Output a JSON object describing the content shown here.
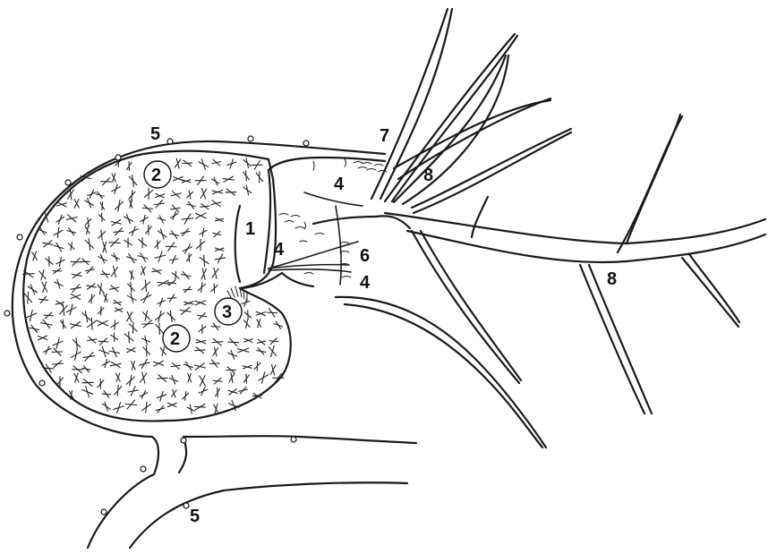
{
  "diagram": {
    "labels": {
      "l1": "1",
      "l2a": "2",
      "l2b": "2",
      "l3": "3",
      "l4a": "4",
      "l4b": "4",
      "l4c": "4",
      "l5a": "5",
      "l5b": "5",
      "l6": "6",
      "l7": "7",
      "l8a": "8",
      "l8b": "8"
    }
  }
}
